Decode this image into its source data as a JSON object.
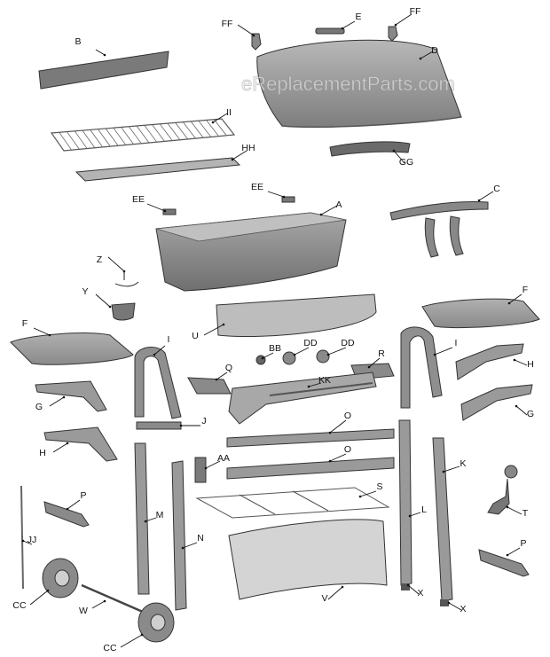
{
  "watermark": "eReplacementParts.com",
  "labels": {
    "A": "A",
    "B": "B",
    "C": "C",
    "D": "D",
    "E": "E",
    "F_left": "F",
    "F_right": "F",
    "FF_left": "FF",
    "FF_right": "FF",
    "G_left": "G",
    "G_right": "G",
    "H_left": "H",
    "H_right": "H",
    "I_left": "I",
    "I_right": "I",
    "II": "II",
    "HH": "HH",
    "GG": "GG",
    "EE_left": "EE",
    "EE_right": "EE",
    "Z": "Z",
    "Y": "Y",
    "U": "U",
    "BB": "BB",
    "DD_1": "DD",
    "DD_2": "DD",
    "Q": "Q",
    "R": "R",
    "KK": "KK",
    "J": "J",
    "O_1": "O",
    "O_2": "O",
    "AA": "AA",
    "K": "K",
    "L": "L",
    "M": "M",
    "N": "N",
    "P_left": "P",
    "P_right": "P",
    "S": "S",
    "T": "T",
    "JJ": "JJ",
    "CC_1": "CC",
    "CC_2": "CC",
    "W": "W",
    "V": "V",
    "X_1": "X",
    "X_2": "X"
  },
  "colors": {
    "part_fill": "#9a9a9a",
    "part_light": "#c4c4c4",
    "part_dark": "#6e6e6e",
    "line": "#111111"
  }
}
